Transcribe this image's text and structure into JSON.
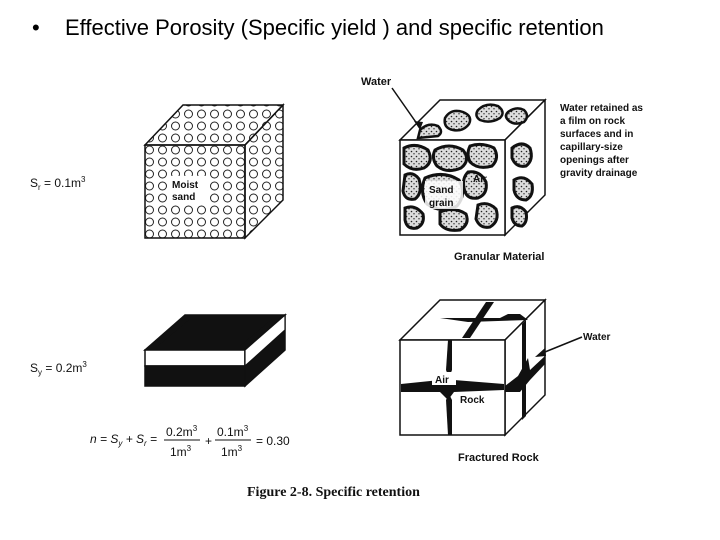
{
  "slide": {
    "bullet": "•",
    "title": "Effective Porosity (Specific yield ) and specific retention"
  },
  "figure": {
    "caption": "Figure 2-8.  Specific retention",
    "sr_label": "S",
    "sr_sub": "r",
    "sr_value": " = 0.1m",
    "sr_exp": "3",
    "sy_label": "S",
    "sy_sub": "y",
    "sy_value": " = 0.2m",
    "sy_exp": "3",
    "moist_line1": "Moist",
    "moist_line2": "sand",
    "granular": {
      "title": "Granular Material",
      "water": "Water",
      "air": "Air",
      "grain_line1": "Sand",
      "grain_line2": "grain",
      "note_lines": [
        "Water retained as",
        "a film on rock",
        "surfaces and in",
        "capillary-size",
        "openings after",
        "gravity drainage"
      ]
    },
    "fractured": {
      "title": "Fractured Rock",
      "water": "Water",
      "air": "Air",
      "rock": "Rock"
    },
    "equation": {
      "lhs": "n = S",
      "sy_sub": "y",
      "plus1": " + S",
      "sr_sub": "r",
      "eq": " =",
      "num1": "0.2m",
      "num1_exp": "3",
      "den1": "1m",
      "den1_exp": "3",
      "plus2": "+",
      "num2": "0.1m",
      "num2_exp": "3",
      "den2": "1m",
      "den2_exp": "3",
      "result": "= 0.30"
    }
  }
}
